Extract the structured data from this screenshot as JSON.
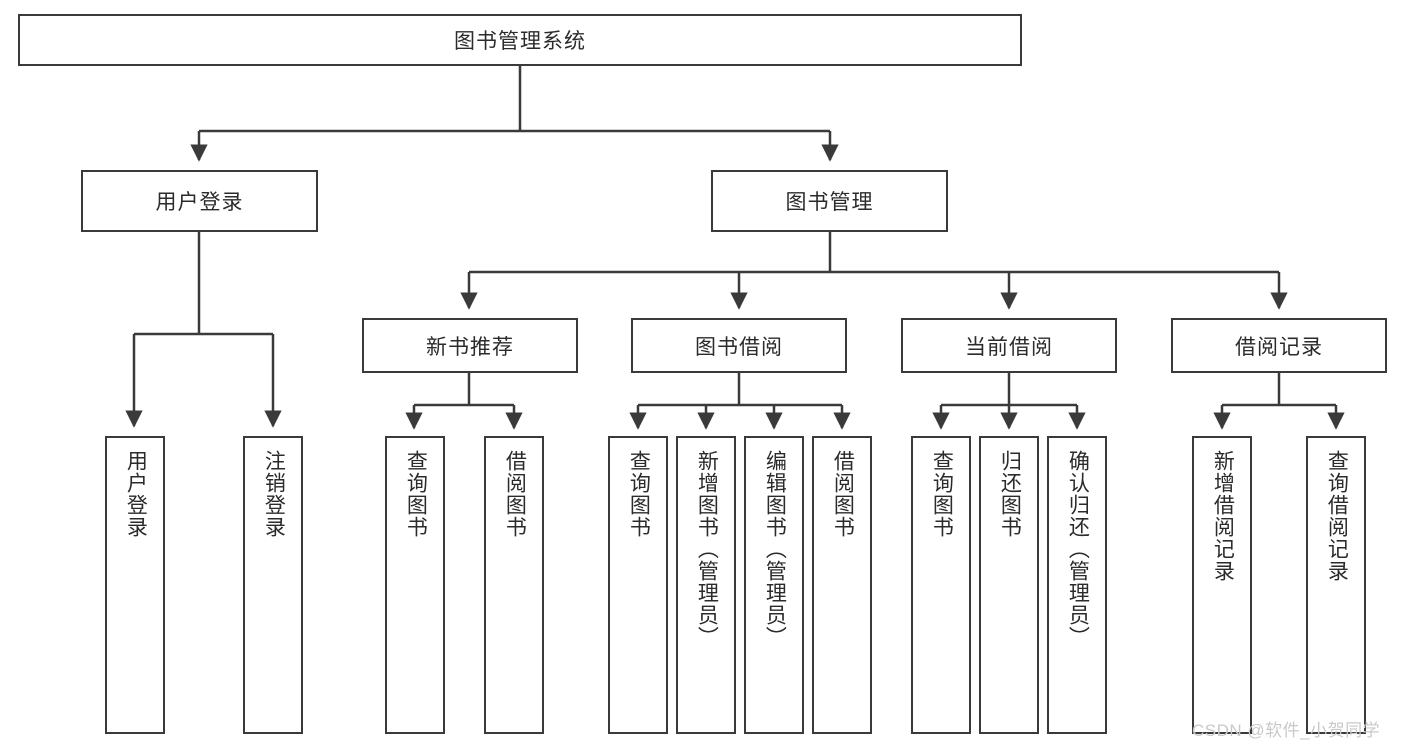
{
  "diagram": {
    "type": "tree",
    "title": "图书管理系统",
    "watermark": "CSDN @软件_小贺同学",
    "colors": {
      "border": "#3a3a3a",
      "background": "#ffffff",
      "text": "#2b2b2b",
      "watermark": "#c9c9c9"
    },
    "nodes": {
      "root": {
        "label": "图书管理系统"
      },
      "level2": [
        {
          "id": "user-login",
          "label": "用户登录"
        },
        {
          "id": "book-manage",
          "label": "图书管理"
        }
      ],
      "level3": [
        {
          "id": "new-book-rec",
          "label": "新书推荐"
        },
        {
          "id": "book-borrow",
          "label": "图书借阅"
        },
        {
          "id": "current-borrow",
          "label": "当前借阅"
        },
        {
          "id": "borrow-record",
          "label": "借阅记录"
        }
      ],
      "leaves": {
        "user_login": [
          {
            "id": "leaf-user-login",
            "label": "用户登录"
          },
          {
            "id": "leaf-logout",
            "label": "注销登录"
          }
        ],
        "new_book_rec": [
          {
            "id": "leaf-query-book-1",
            "label": "查询图书"
          },
          {
            "id": "leaf-borrow-book-1",
            "label": "借阅图书"
          }
        ],
        "book_borrow": [
          {
            "id": "leaf-query-book-2",
            "label": "查询图书"
          },
          {
            "id": "leaf-add-book",
            "label": "新增图书（管理员）"
          },
          {
            "id": "leaf-edit-book",
            "label": "编辑图书（管理员）"
          },
          {
            "id": "leaf-borrow-book-2",
            "label": "借阅图书"
          }
        ],
        "current_borrow": [
          {
            "id": "leaf-query-book-3",
            "label": "查询图书"
          },
          {
            "id": "leaf-return-book",
            "label": "归还图书"
          },
          {
            "id": "leaf-confirm-return",
            "label": "确认归还（管理员）"
          }
        ],
        "borrow_record": [
          {
            "id": "leaf-add-record",
            "label": "新增借阅记录"
          },
          {
            "id": "leaf-query-record",
            "label": "查询借阅记录"
          }
        ]
      }
    }
  }
}
